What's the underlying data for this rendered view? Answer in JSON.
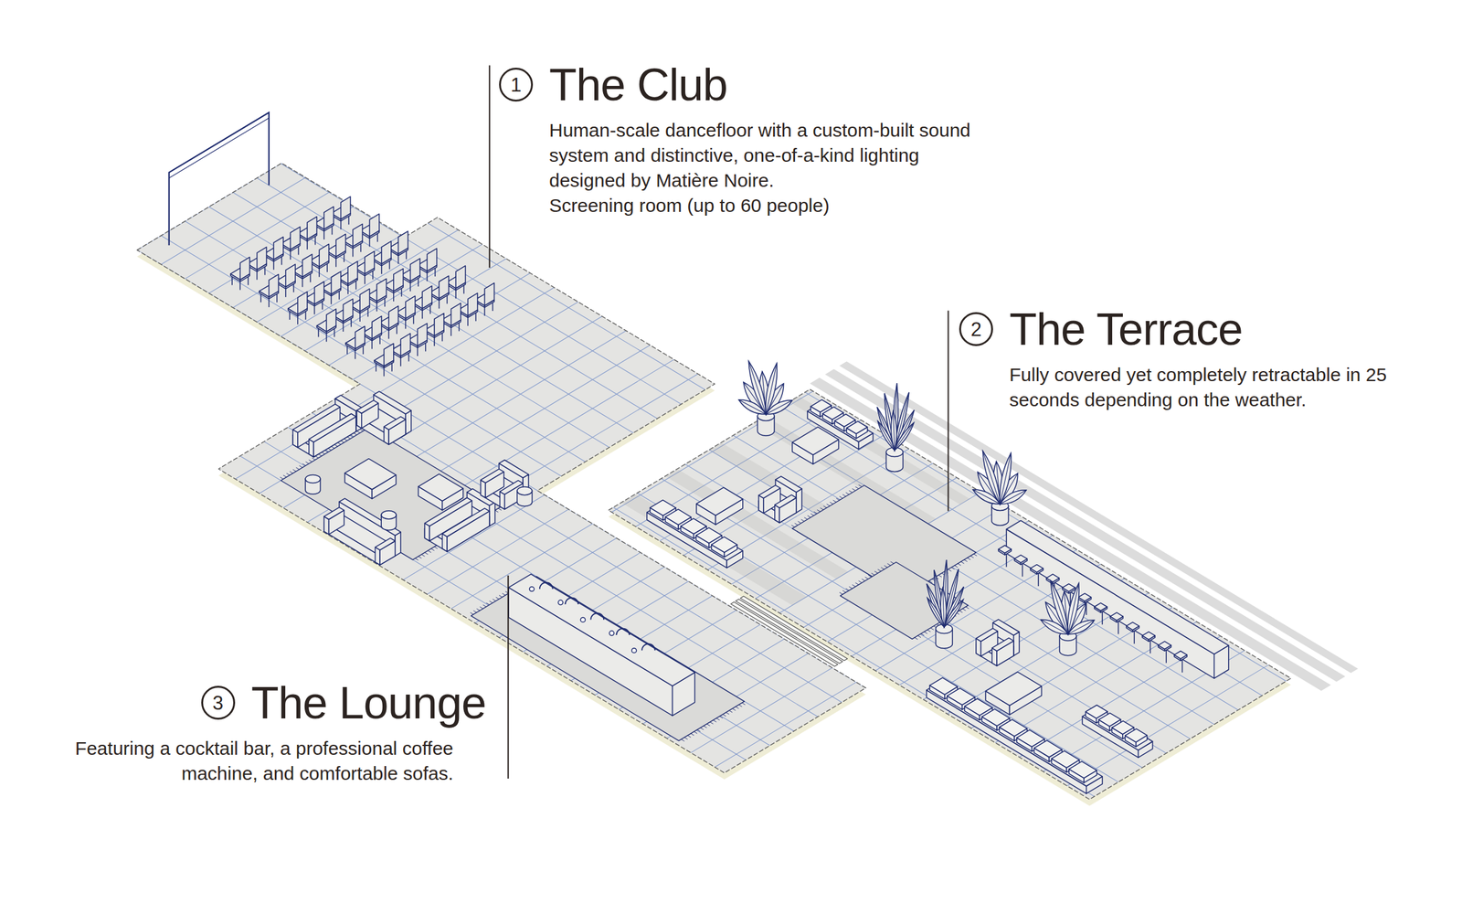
{
  "diagram": {
    "nodes": [
      {
        "text": [
          "1",
          "The Club",
          "Human-scale dancefloor with a custom-built sound system and distinctive, one-of-a-kind lighting designed by Matière Noire.",
          "Screening room (up to 60 people)"
        ]
      },
      {
        "text": [
          "2",
          "The Terrace",
          "Fully covered yet completely retractable in 25 seconds depending on the weather."
        ]
      },
      {
        "text": [
          "3",
          "The Lounge",
          "Featuring a cocktail bar, a professional coffee machine, and comfortable sofas."
        ]
      }
    ]
  }
}
